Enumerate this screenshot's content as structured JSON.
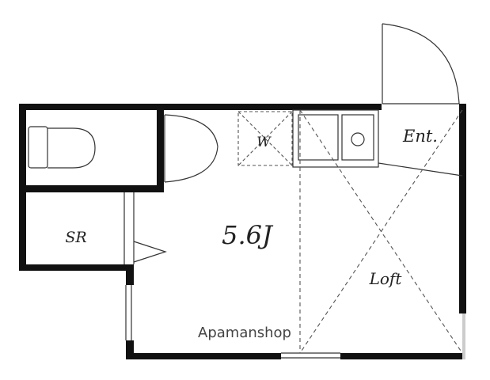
{
  "labels": {
    "main_room_size": "5.6J",
    "washer": "W",
    "entrance": "Ent.",
    "storage": "SR",
    "loft": "Loft"
  },
  "watermark": "Apamanshop",
  "colors": {
    "wall": "#111111",
    "line": "#333333",
    "dash": "#555555",
    "text": "#222222",
    "watermark": "#444444"
  }
}
